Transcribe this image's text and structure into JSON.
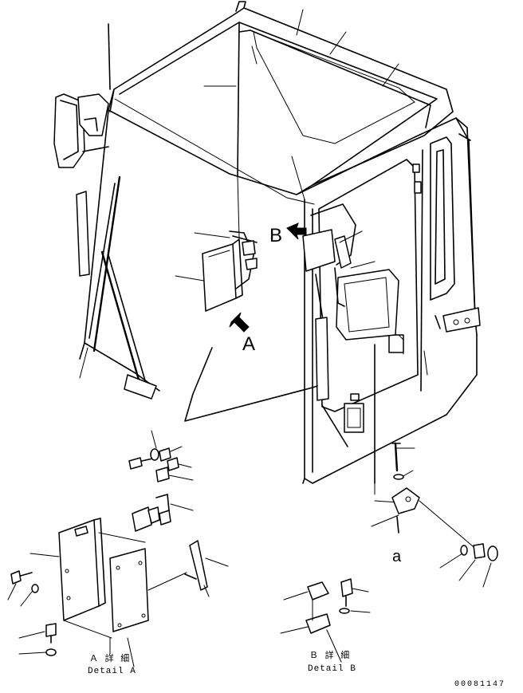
{
  "labels": {
    "view_a": "A",
    "view_b": "B",
    "ref_a": "a",
    "detail_a_jp": "Ａ 詳 細",
    "detail_a_en": "Detail A",
    "detail_b_jp": "Ｂ 詳 細",
    "detail_b_en": "Detail B",
    "figure_code": "00081147"
  }
}
